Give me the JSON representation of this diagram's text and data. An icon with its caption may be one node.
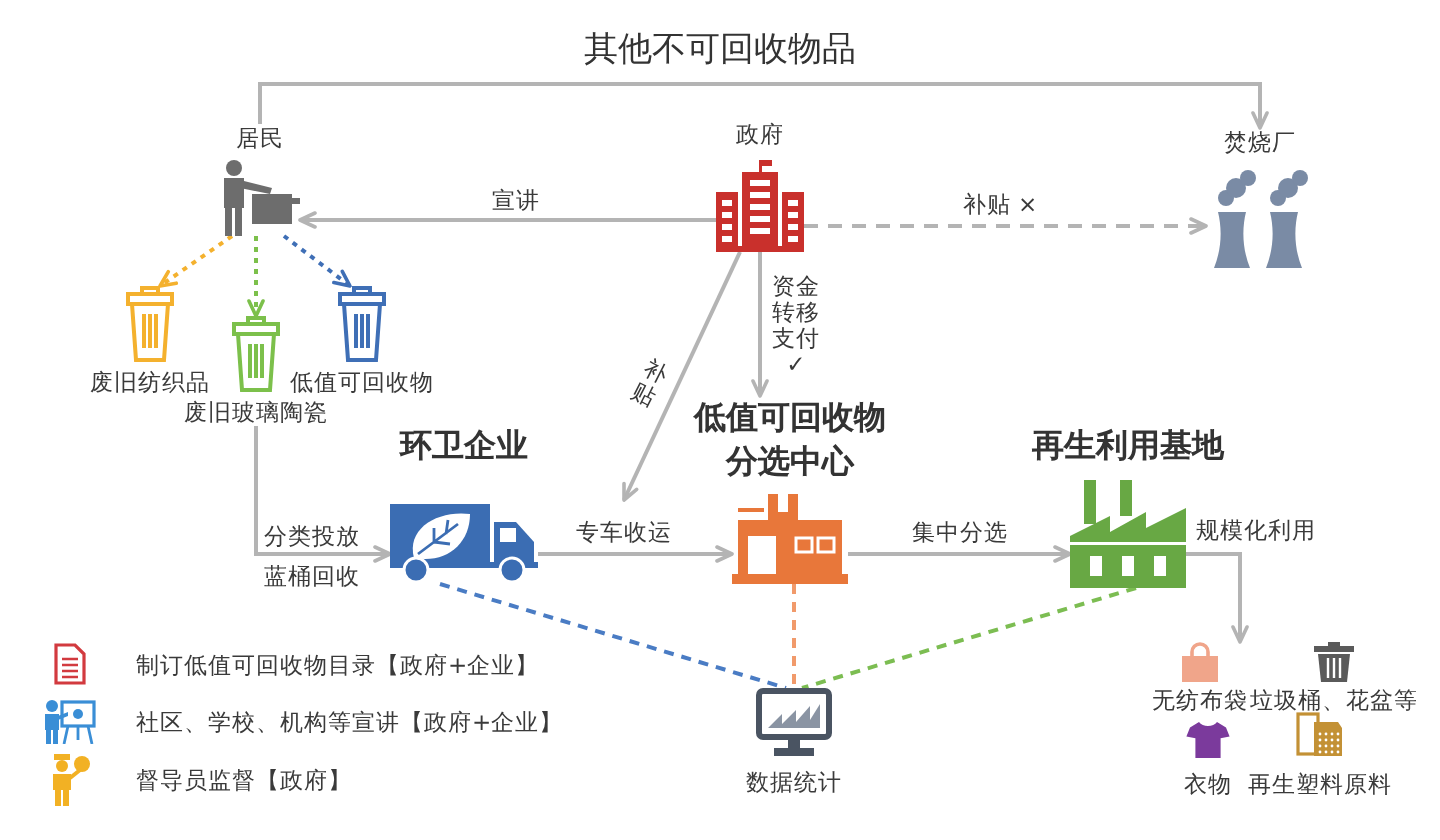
{
  "diagram": {
    "nodes": [
      {
        "text": [
          "居民"
        ]
      },
      {
        "text": [
          "政府"
        ]
      },
      {
        "text": [
          "焚烧厂"
        ]
      },
      {
        "text": [
          "废旧纺织品"
        ]
      },
      {
        "text": [
          "废旧玻璃陶瓷"
        ]
      },
      {
        "text": [
          "低值可回收物"
        ]
      },
      {
        "text": [
          "环卫企业"
        ]
      },
      {
        "text": [
          "低值可回收物分选中心"
        ]
      },
      {
        "text": [
          "再生利用基地"
        ]
      },
      {
        "text": [
          "数据统计"
        ]
      },
      {
        "text": [
          "无纺布袋"
        ]
      },
      {
        "text": [
          "垃圾桶、花盆等"
        ]
      },
      {
        "text": [
          "衣物"
        ]
      },
      {
        "text": [
          "再生塑料原料"
        ]
      }
    ],
    "edges": [
      {
        "from": 0,
        "to": 2,
        "arrow": "to",
        "label": "其他不可回收物品"
      },
      {
        "from": 1,
        "to": 0,
        "arrow": "to",
        "label": "宣讲"
      },
      {
        "from": 1,
        "to": 2,
        "arrow": "to",
        "label": "补贴 ×",
        "style": "dashed"
      },
      {
        "from": 0,
        "to": 3,
        "arrow": "to",
        "style": "dashed",
        "color": "#f4b12e"
      },
      {
        "from": 0,
        "to": 4,
        "arrow": "to",
        "style": "dashed",
        "color": "#7cc04b"
      },
      {
        "from": 0,
        "to": 5,
        "arrow": "to",
        "style": "dashed",
        "color": "#3f6fb6"
      },
      {
        "from": 4,
        "to": 6,
        "arrow": "to",
        "label": "分类投放"
      },
      {
        "from": 1,
        "to": null,
        "arrow": "to",
        "label": "补贴"
      },
      {
        "from": 1,
        "to": 7,
        "arrow": "to",
        "label": "资金转移支付✓"
      },
      {
        "from": 6,
        "to": 7,
        "arrow": "to",
        "label": "专车收运"
      },
      {
        "from": 7,
        "to": 8,
        "arrow": "to",
        "label": "集中分选"
      },
      {
        "from": 8,
        "to": 10,
        "arrow": "to",
        "label": "规模化利用"
      },
      {
        "from": 6,
        "to": 9,
        "arrow": "none",
        "style": "dashed",
        "color": "#4a7cc4"
      },
      {
        "from": 7,
        "to": 9,
        "arrow": "none",
        "style": "dashed",
        "color": "#f19a6b"
      },
      {
        "from": 8,
        "to": 9,
        "arrow": "none",
        "style": "dashed",
        "color": "#7cbd52"
      }
    ],
    "labels": [
      "蓝桶回收"
    ],
    "legend": [
      {
        "text": "制订低值可回收物目录【政府+企业】"
      },
      {
        "text": "社区、学校、机构等宣讲【政府+企业】"
      },
      {
        "text": "督导员监督【政府】"
      }
    ]
  }
}
